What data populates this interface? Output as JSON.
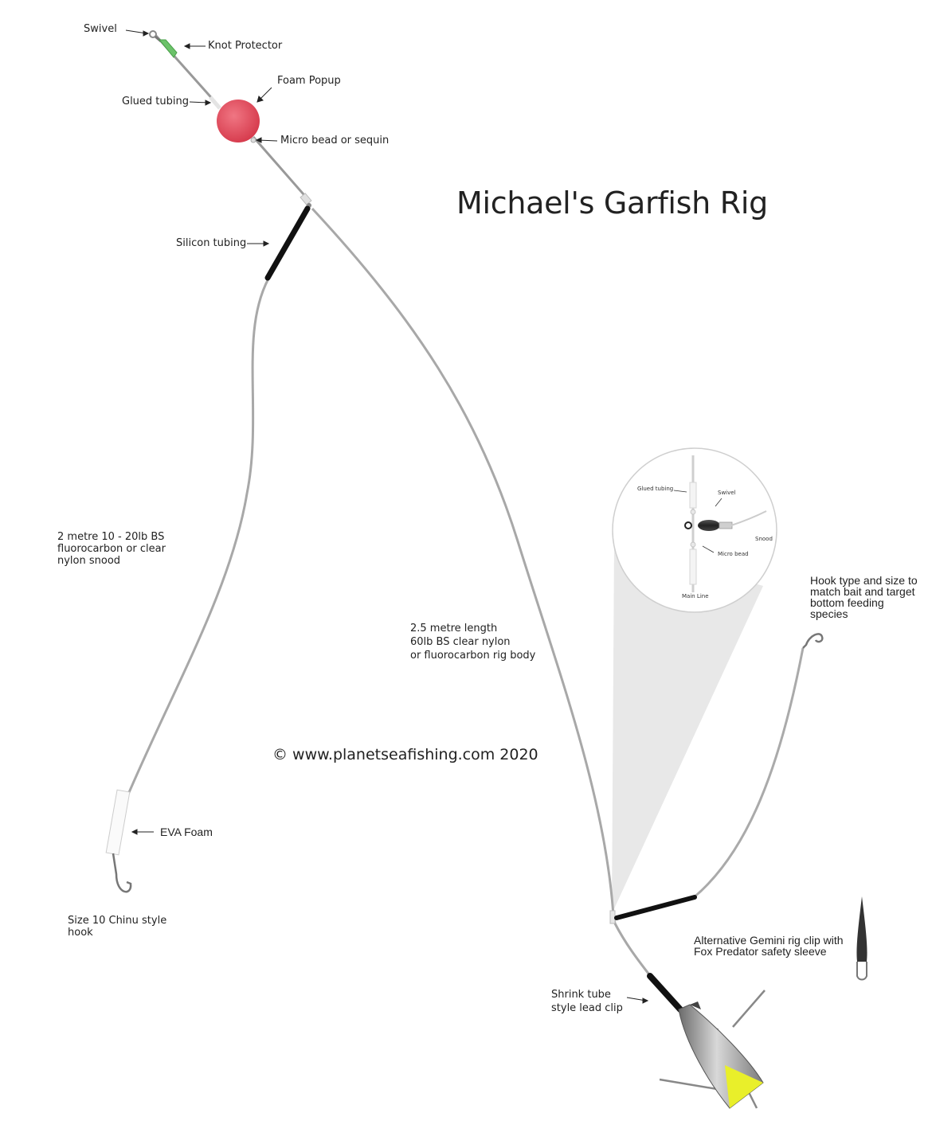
{
  "title": "Michael's Garfish Rig",
  "copyright": "© www.planetseafishing.com 2020",
  "labels": {
    "swivel": "Swivel",
    "knot_protector": "Knot Protector",
    "foam_popup": "Foam Popup",
    "glued_tubing": "Glued tubing",
    "micro_bead": "Micro bead or sequin",
    "silicon_tubing": "Silicon tubing",
    "snood": "2 metre 10 - 20lb BS\nfluorocarbon or clear\nnylon snood",
    "rig_body": "2.5 metre length\n60lb BS clear nylon\nor fluorocarbon rig body",
    "eva_foam": "EVA Foam",
    "chinu_hook": "Size 10 Chinu style\nhook",
    "hook_type": "Hook type and size to\nmatch bait and target\nbottom feeding\nspecies",
    "gemini_clip": "Alternative Gemini rig clip with\nFox Predator safety sleeve",
    "shrink_tube": "Shrink tube\nstyle lead clip"
  },
  "inset": {
    "glued_tubing": "Glued tubing",
    "swivel": "Swivel",
    "snood": "Snood",
    "micro_bead": "Micro bead",
    "main_line": "Main Line"
  },
  "colors": {
    "popup": "#e8485a",
    "knot_protector": "#6cc26a",
    "lead_tip": "#e9ef2a",
    "tubing": "#111111",
    "line": "#9a9a9a",
    "zoom_cone": "#e6e6e6"
  }
}
